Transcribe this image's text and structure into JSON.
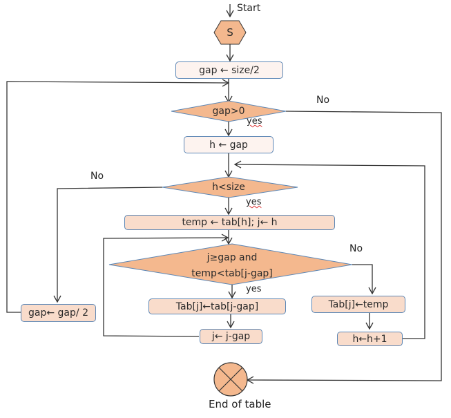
{
  "diagram": {
    "title": "Shell sort flowchart",
    "colors": {
      "decision_fill": "#f4b88e",
      "process_fill": "#f9dccb",
      "init_fill": "#fdf3ef",
      "border": "#5b86b5",
      "line": "#333333"
    },
    "start": {
      "label": "Start",
      "symbol": "S"
    },
    "nodes": {
      "init": "gap ← size/2",
      "cond_gap": "gap>0",
      "set_h": "h ← gap",
      "cond_h": "h<size",
      "assign_temp": "temp ← tab[h]; j← h",
      "cond_inner_line1": "j≥gap and",
      "cond_inner_line2": "temp<tab[j-gap]",
      "shift": "Tab[j]←tab[j-gap]",
      "dec_j": "j← j-gap",
      "place": "Tab[j]←temp",
      "inc_h": "h←h+1",
      "halve_gap": "gap← gap/ 2"
    },
    "edge_labels": {
      "gap_no": "No",
      "gap_yes": "yes",
      "h_no": "No",
      "h_yes": "yes",
      "inner_no": "No",
      "inner_yes": "yes"
    },
    "end": {
      "label": "End of table"
    }
  }
}
